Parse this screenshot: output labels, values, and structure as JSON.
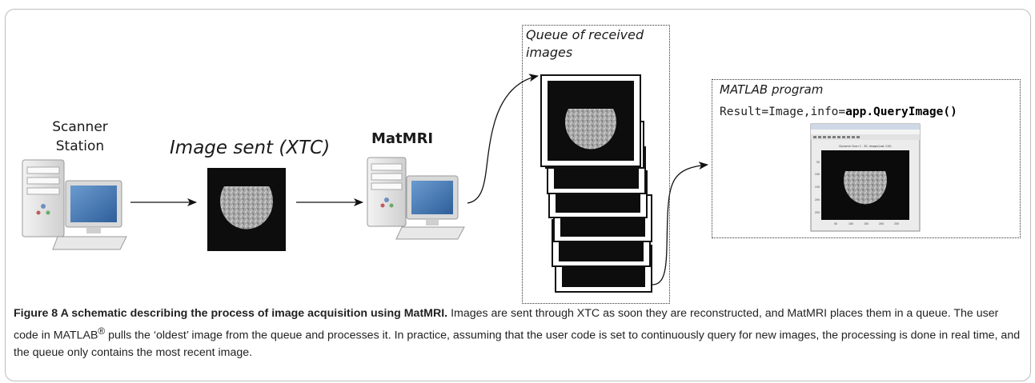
{
  "diagram": {
    "scanner_label_line1": "Scanner",
    "scanner_label_line2": "Station",
    "sent_label": "Image sent (XTC)",
    "matmri_label": "MatMRI",
    "queue_label": "Queue of received images",
    "matlab_label": "MATLAB program",
    "code_prefix": "Result=Image,info=",
    "code_call": "app.QueryImage()",
    "matlab_window": {
      "plot_title": "Dynamic Scan 1 - 30, Image(Last 119)",
      "y_ticks": [
        "50",
        "100",
        "150",
        "200",
        "250"
      ],
      "x_ticks": [
        "50",
        "100",
        "150",
        "200",
        "250"
      ]
    }
  },
  "caption": {
    "label": "Figure 8 A schematic describing the process of image acquisition using MatMRI.",
    "text_part1": " Images are sent through XTC as soon they are reconstructed, and MatMRI places them in a queue. The user code in MATLAB",
    "registered": "®",
    "text_part2": " pulls the ‘oldest’ image from the queue and processes it. In practice, assuming that the user code is set to continuously query for new images, the processing is done in real time, and the queue only contains the most recent image."
  },
  "colors": {
    "frame_border": "#bdbdbd",
    "image_background": "#0d0d0d",
    "phantom": "#a9a9a9",
    "monitor_screen": "#3f74b0",
    "computer_case": "#e4e4e4"
  }
}
